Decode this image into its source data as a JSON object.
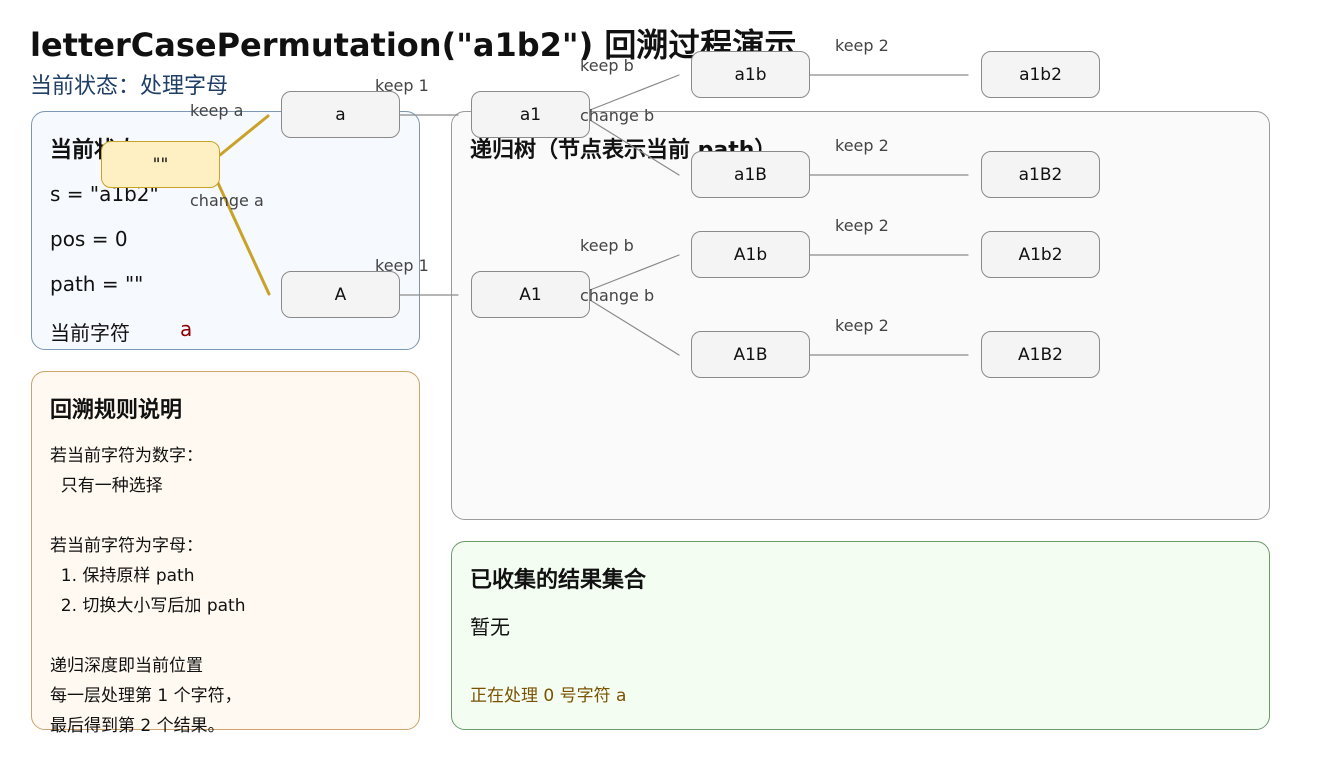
{
  "header": {
    "title": "letterCasePermutation(\"a1b2\") 回溯过程演示",
    "subtitle": "当前状态：处理字母"
  },
  "state_panel": {
    "heading": "当前状态",
    "lines": [
      "s = \"a1b2\"",
      "pos = 0",
      "path = \"\""
    ],
    "current_label": "当前字符",
    "current_value": "a"
  },
  "rule_panel": {
    "heading": "回溯规则说明",
    "lines": [
      "若当前字符为数字：",
      "  只有一种选择",
      "若当前字符为字母：",
      "  1. 保持原样 path",
      "  2. 切换大小写后加 path",
      "递归深度即当前位置",
      "每一层处理第 1 个字符，",
      "最后得到第 2 个结果。"
    ]
  },
  "tree_panel": {
    "heading": "递归树（节点表示当前 path）"
  },
  "result_panel": {
    "heading": "已收集的结果集合",
    "value": "暂无",
    "note": "正在处理 0 号字符 a"
  },
  "tree": {
    "nodes": [
      {
        "id": "root",
        "label": "\"\""
      },
      {
        "id": "a",
        "label": "a"
      },
      {
        "id": "A",
        "label": "A"
      },
      {
        "id": "a1",
        "label": "a1"
      },
      {
        "id": "A1",
        "label": "A1"
      },
      {
        "id": "a1b",
        "label": "a1b"
      },
      {
        "id": "a1B",
        "label": "a1B"
      },
      {
        "id": "A1b",
        "label": "A1b"
      },
      {
        "id": "A1B",
        "label": "A1B"
      },
      {
        "id": "a1b2",
        "label": "a1b2"
      },
      {
        "id": "a1B2",
        "label": "a1B2"
      },
      {
        "id": "A1b2",
        "label": "A1b2"
      },
      {
        "id": "A1B2",
        "label": "A1B2"
      }
    ],
    "edges": [
      {
        "from": "root",
        "to": "a",
        "label": "keep a",
        "highlight": true
      },
      {
        "from": "root",
        "to": "A",
        "label": "change a",
        "highlight": true
      },
      {
        "from": "a",
        "to": "a1",
        "label": "keep 1"
      },
      {
        "from": "A",
        "to": "A1",
        "label": "keep 1"
      },
      {
        "from": "a1",
        "to": "a1b",
        "label": "keep b"
      },
      {
        "from": "a1",
        "to": "a1B",
        "label": "change b"
      },
      {
        "from": "A1",
        "to": "A1b",
        "label": "keep b"
      },
      {
        "from": "A1",
        "to": "A1B",
        "label": "change b"
      },
      {
        "from": "a1b",
        "to": "a1b2",
        "label": "keep 2"
      },
      {
        "from": "a1B",
        "to": "a1B2",
        "label": "keep 2"
      },
      {
        "from": "A1b",
        "to": "A1b2",
        "label": "keep 2"
      },
      {
        "from": "A1B",
        "to": "A1B2",
        "label": "keep 2"
      }
    ]
  },
  "colors": {
    "highlight_edge": "#c9a227",
    "edge": "#8a8a8a",
    "accent_red": "#8b0000",
    "title_blue": "#1f3f66"
  }
}
